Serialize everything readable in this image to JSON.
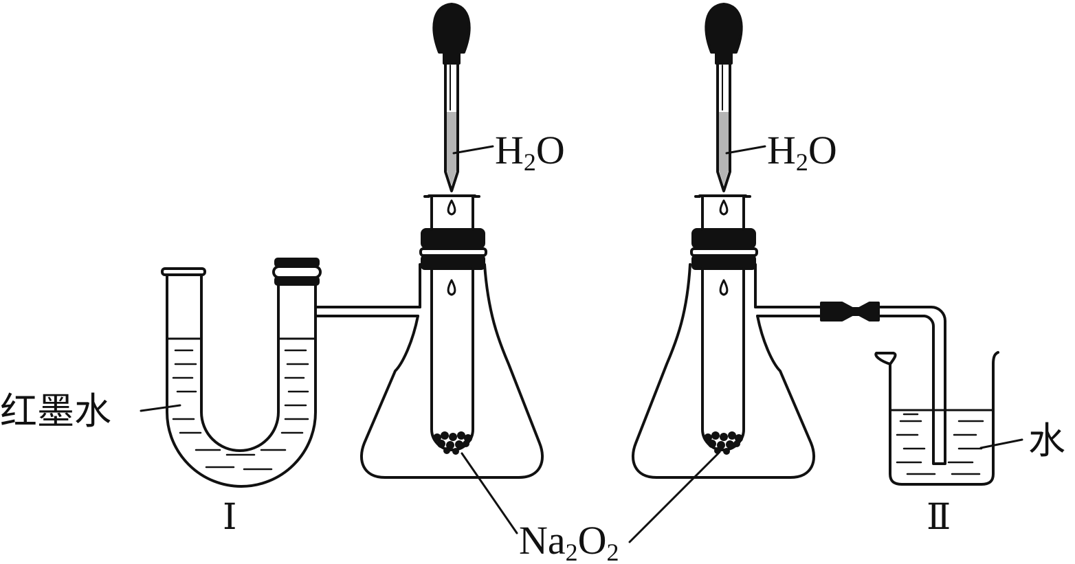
{
  "labels": {
    "water_left": "H",
    "water_left_sub": "2",
    "water_left_tail": "O",
    "water_right": "H",
    "water_right_sub": "2",
    "water_right_tail": "O",
    "red_ink": "红墨水",
    "water_beaker": "水",
    "apparatus_1": "Ⅰ",
    "apparatus_2": "Ⅱ",
    "reagent_na": "Na",
    "reagent_sub1": "2",
    "reagent_o": "O",
    "reagent_sub2": "2"
  },
  "colors": {
    "stroke": "#111111",
    "liquid_in_dropper": "#b5b5b5",
    "background": "#ffffff"
  }
}
